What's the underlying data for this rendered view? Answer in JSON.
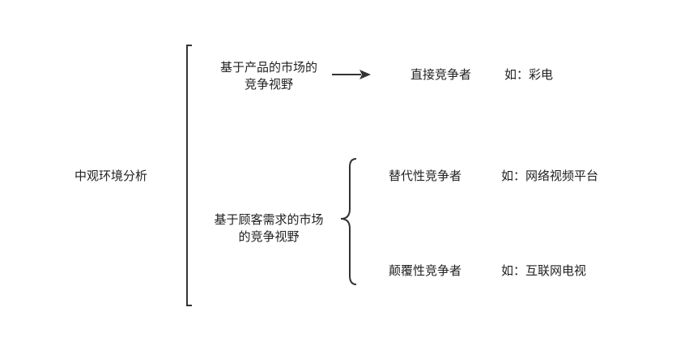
{
  "root": {
    "label": "中观环境分析"
  },
  "branches": [
    {
      "label_lines": [
        "基于产品的市场的",
        "竞争视野"
      ],
      "connector": "arrow",
      "children": [
        {
          "label": "直接竞争者",
          "example": "如：彩电"
        }
      ]
    },
    {
      "label_lines": [
        "基于顾客需求的市场",
        "的竞争视野"
      ],
      "connector": "brace",
      "children": [
        {
          "label": "替代性竞争者",
          "example": "如：网络视频平台"
        },
        {
          "label": "颠覆性竞争者",
          "example": "如：互联网电视"
        }
      ]
    }
  ],
  "colors": {
    "line": "#333333",
    "text": "#222222",
    "background": "#ffffff"
  }
}
